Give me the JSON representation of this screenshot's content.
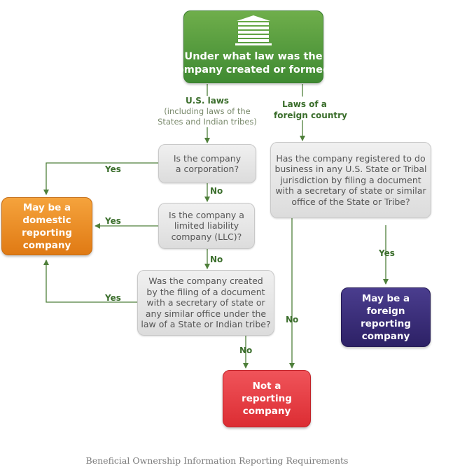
{
  "start": {
    "icon": "building-icon",
    "lines": [
      "Under what law was the",
      "company created or formed?"
    ]
  },
  "branches": {
    "us": {
      "title": "U.S. laws",
      "detail": [
        "(including laws of the",
        "States and Indian tribes)"
      ]
    },
    "foreign": {
      "lines": [
        "Laws of a",
        "foreign country"
      ]
    }
  },
  "questions": {
    "corporation": [
      "Is  the company",
      "a corporation?"
    ],
    "llc": [
      "Is the company a",
      "limited liability",
      "company (LLC)?"
    ],
    "filing": [
      "Was the company created",
      "by the filing of a document",
      "with a secretary of state or",
      "any similar office under the",
      "law of a State or Indian tribe?"
    ],
    "registered": [
      "Has the company registered to do",
      "business in any U.S. State or Tribal",
      "jurisdiction by filing a document",
      "with a secretary of state or similar",
      "office of the State or Tribe?"
    ]
  },
  "results": {
    "domestic": [
      "May be a",
      "domestic",
      "reporting",
      "company"
    ],
    "foreign": [
      "May be a",
      "foreign",
      "reporting",
      "company"
    ],
    "not_reporting": [
      "Not a",
      "reporting",
      "company"
    ]
  },
  "edge_labels": {
    "yes": "Yes",
    "no": "No"
  },
  "caption": "Beneficial Ownership Information Reporting Requirements",
  "colors": {
    "start": "#4f9a3c",
    "question": "#e4e4e4",
    "domestic": "#ee8c22",
    "foreign": "#3a2e7a",
    "not_reporting": "#e8393f",
    "connector": "#4e7f3a"
  }
}
